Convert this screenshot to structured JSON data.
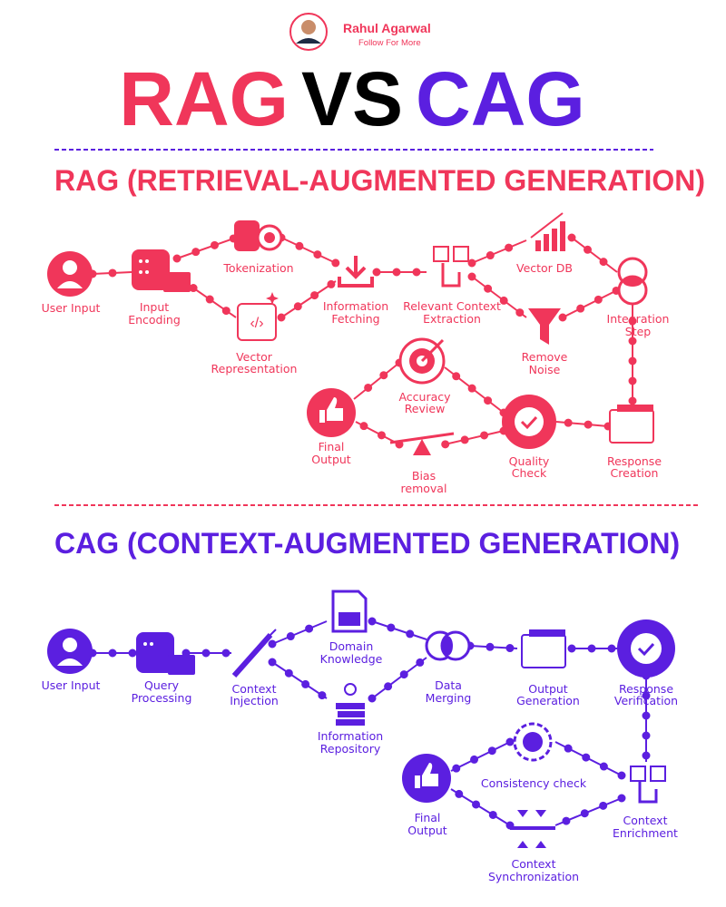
{
  "author": {
    "name": "Rahul Agarwal",
    "tagline": "Follow For More"
  },
  "title": {
    "part1": "RAG",
    "part2": "VS",
    "part3": "CAG"
  },
  "colors": {
    "rag": "#f0365a",
    "cag": "#5b1fe0",
    "vs": "#000000"
  },
  "rag": {
    "heading": "RAG (RETRIEVAL-AUGMENTED GENERATION)",
    "nodes": {
      "user_input": [
        "User Input"
      ],
      "input_encoding": [
        "Input",
        "Encoding"
      ],
      "tokenization": [
        "Tokenization"
      ],
      "vector_representation": [
        "Vector",
        "Representation"
      ],
      "information_fetching": [
        "Information",
        "Fetching"
      ],
      "relevant_context": [
        "Relevant Context",
        "Extraction"
      ],
      "vector_db": [
        "Vector DB"
      ],
      "remove_noise": [
        "Remove",
        "Noise"
      ],
      "integration_step": [
        "Integration",
        "Step"
      ],
      "response_creation": [
        "Response",
        "Creation"
      ],
      "quality_check": [
        "Quality",
        "Check"
      ],
      "accuracy_review": [
        "Accuracy",
        "Review"
      ],
      "bias_removal": [
        "Bias",
        "removal"
      ],
      "final_output": [
        "Final",
        "Output"
      ]
    }
  },
  "cag": {
    "heading": "CAG (CONTEXT-AUGMENTED GENERATION)",
    "nodes": {
      "user_input": [
        "User Input"
      ],
      "query_processing": [
        "Query",
        "Processing"
      ],
      "context_injection": [
        "Context",
        "Injection"
      ],
      "domain_knowledge": [
        "Domain",
        "Knowledge"
      ],
      "information_repository": [
        "Information",
        "Repository"
      ],
      "data_merging": [
        "Data",
        "Merging"
      ],
      "output_generation": [
        "Output",
        "Generation"
      ],
      "response_verification": [
        "Response",
        "Verification"
      ],
      "context_enrichment": [
        "Context",
        "Enrichment"
      ],
      "consistency_check": [
        "Consistency check"
      ],
      "context_synchronization": [
        "Context",
        "Synchronization"
      ],
      "final_output": [
        "Final",
        "Output"
      ]
    }
  }
}
